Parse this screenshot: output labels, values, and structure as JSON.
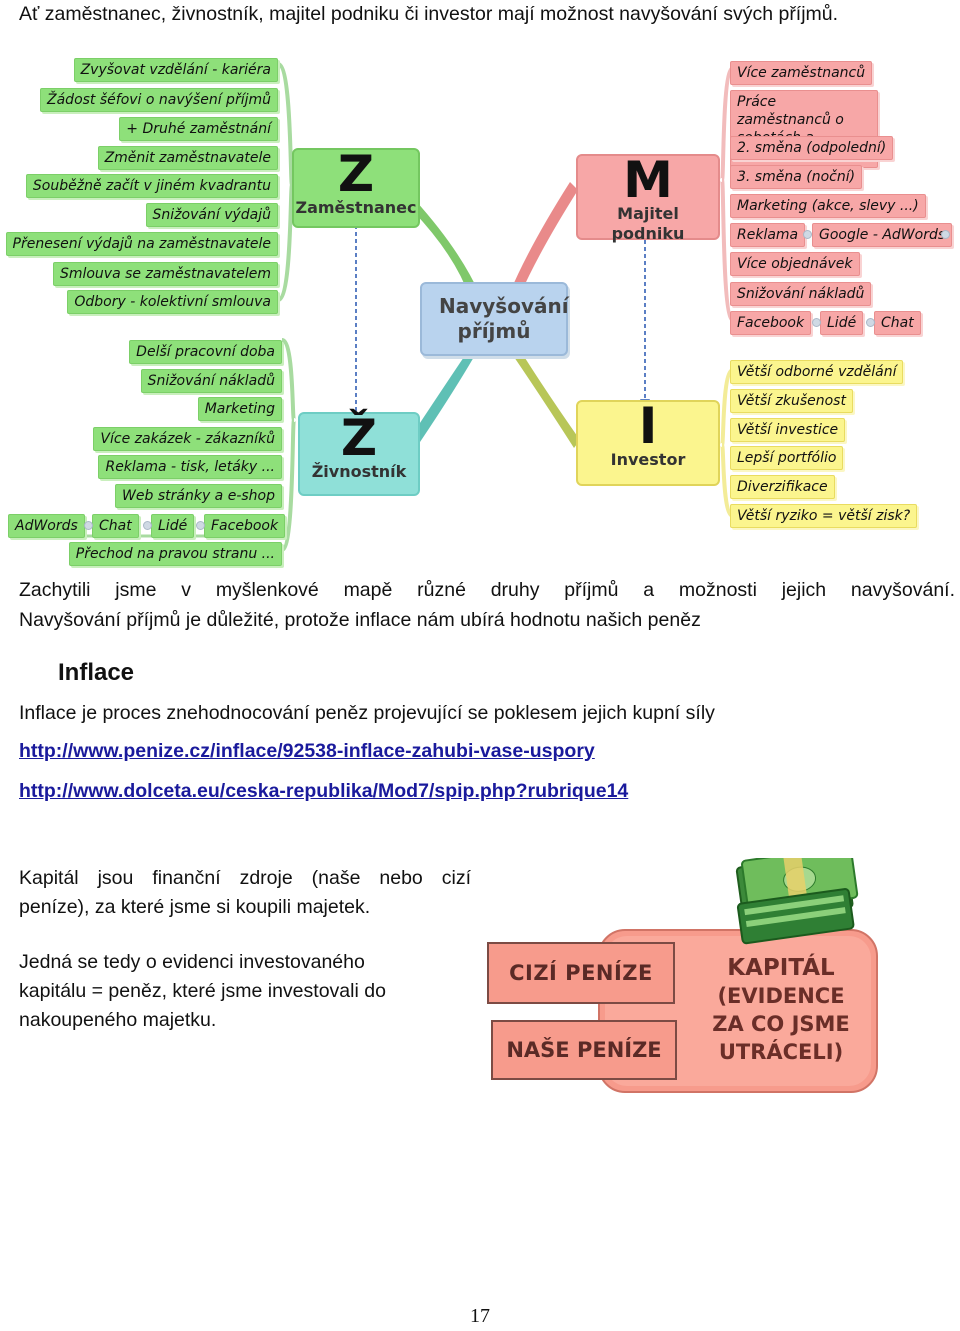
{
  "intro": "Ať zaměstnanec, živnostník, majitel podniku či investor mají možnost navyšování svých příjmů.",
  "mindmap": {
    "center": "Navyšování příjmů",
    "hubs": {
      "employee": {
        "letter": "Z",
        "label": "Zaměstnanec"
      },
      "owner": {
        "letter": "M",
        "label": "Majitel podniku"
      },
      "trader": {
        "letter": "Ž",
        "label": "Živnostník"
      },
      "investor": {
        "letter": "I",
        "label": "Investor"
      }
    },
    "employee_items": [
      "Zvyšovat vzdělání - kariéra",
      "Žádost šéfovi o navýšení příjmů",
      "+ Druhé zaměstnání",
      "Změnit zaměstnavatele",
      "Souběžně začít v jiném kvadrantu",
      "Snižování výdajů",
      "Přenesení výdajů na zaměstnavatele",
      "Smlouva se zaměstnavatelem",
      "Odbory - kolektivní smlouva"
    ],
    "trader_items": [
      "Delší pracovní doba",
      "Snižování nákladů",
      "Marketing",
      "Více zakázek - zákazníků",
      "Reklama - tisk, letáky ...",
      "Web stránky a e-shop",
      "Facebook",
      "Lidé",
      "Chat",
      "AdWords",
      "Přechod na pravou stranu ..."
    ],
    "owner_items": [
      "Více zaměstnanců",
      "Práce zaměstnanců o sobotách a nedělích",
      "2. směna (odpolední)",
      "3. směna (noční)",
      "Marketing (akce, slevy ...)",
      "Reklama",
      "Google - AdWords",
      "Více objednávek",
      "Snižování nákladů",
      "Facebook",
      "Lidé",
      "Chat"
    ],
    "investor_items": [
      "Větší odborné vzdělání",
      "Větší zkušenost",
      "Větší investice",
      "Lepší portfólio",
      "Diverzifikace",
      "Větší ryziko = větší zisk?"
    ],
    "colors": {
      "green": "#8ee07a",
      "red": "#f7a7a7",
      "yellow": "#fbf58e",
      "center": "#b9d3ee"
    }
  },
  "para1": "Zachytili jsme v myšlenkové mapě různé druhy příjmů a možnosti jejich navyšování.",
  "para1b": "Navyšování příjmů je důležité, protože inflace nám ubírá hodnotu našich peněz",
  "inflace": {
    "heading": "Inflace",
    "definition": "Inflace je proces znehodnocování peněz projevující se poklesem jejich kupní síly",
    "link1": "http://www.penize.cz/inflace/92538-inflace-zahubi-vase-uspory",
    "link2": "http://www.dolceta.eu/ceska-republika/Mod7/spip.php?rubrique14"
  },
  "kapital": {
    "p1a": "Kapitál jsou finanční zdroje (naše nebo cizí",
    "p1b": "peníze), za které jsme si koupili majetek.",
    "p2a": "Jedná se tedy o evidenci investovaného",
    "p2b": "kapitálu = peněz, které jsme investovali do",
    "p2c": "nakoupeného majetku.",
    "box_foreign": "CIZÍ PENÍZE",
    "box_ours": "NAŠE PENÍZE",
    "capital_l1": "KAPITÁL",
    "capital_l2": "(EVIDENCE",
    "capital_l3": "ZA CO JSME",
    "capital_l4": "UTRÁCELI)"
  },
  "page_number": "17"
}
